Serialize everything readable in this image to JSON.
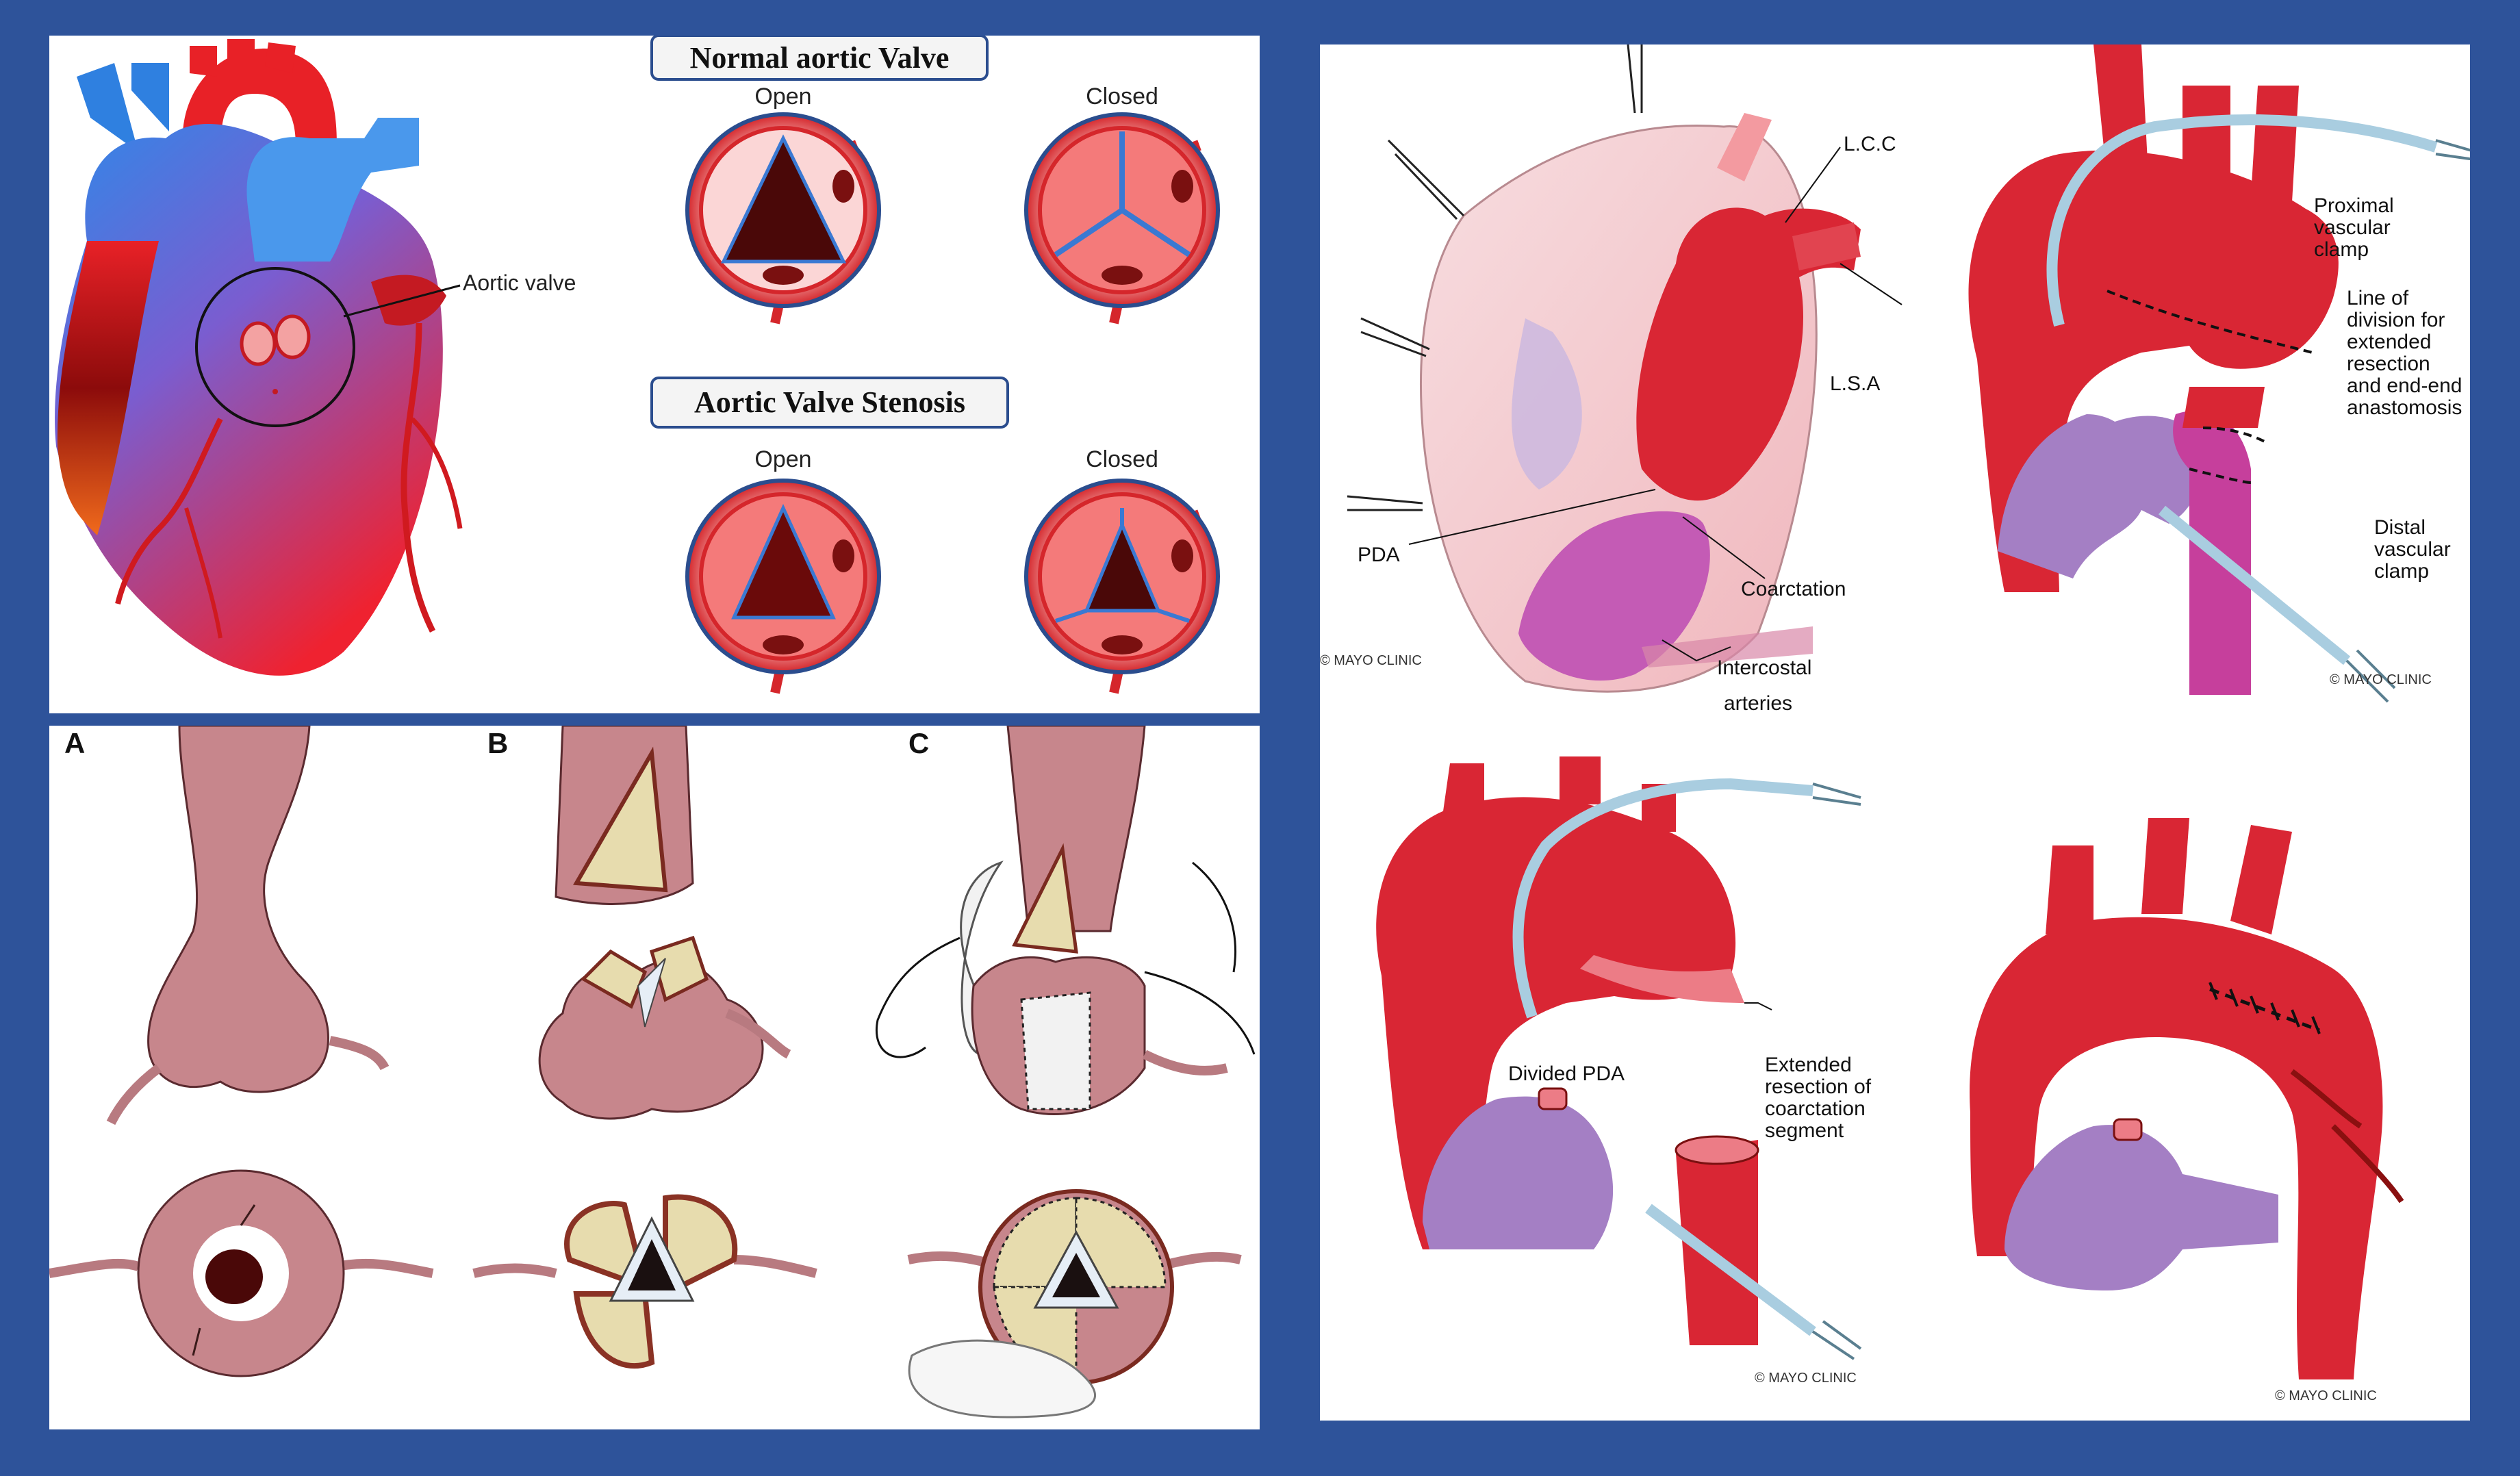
{
  "colors": {
    "frame": "#2e539a",
    "artery_red": "#d9232e",
    "vein_blue": "#3b8fe0",
    "pda_purple": "#a47fc4",
    "tissue_pink": "#c7868c",
    "leaflet_cream": "#e7dcae",
    "clamp_blue": "#a9cde0",
    "dark_valve": "#4a0808"
  },
  "icons": [
    "heart-illustration",
    "aortic-valve-icon",
    "vascular-clamp-icon",
    "suture-icon",
    "pericardial-patch-icon"
  ],
  "panel_valve": {
    "heart_label": "Aortic valve",
    "normal_title": "Normal aortic Valve",
    "stenosis_title": "Aortic Valve Stenosis",
    "open_label": "Open",
    "closed_label": "Closed"
  },
  "panel_repair": {
    "label_a": "A",
    "label_b": "B",
    "label_c": "C"
  },
  "panel_coarctation": {
    "tl": {
      "lcc": "L.C.C",
      "lsa": "L.S.A",
      "pda": "PDA",
      "coarctation": "Coarctation",
      "intercostal_1": "Intercostal",
      "intercostal_2": "arteries",
      "copyright": "© MAYO CLINIC"
    },
    "tr": {
      "proximal_1": "Proximal",
      "proximal_2": "vascular",
      "proximal_3": "clamp",
      "line_1": "Line of",
      "line_2": "division for",
      "line_3": "extended",
      "line_4": "resection",
      "line_5": "and end-end",
      "line_6": "anastomosis",
      "distal_1": "Distal",
      "distal_2": "vascular",
      "distal_3": "clamp",
      "copyright": "© MAYO CLINIC"
    },
    "bl": {
      "divided_pda": "Divided PDA",
      "extended_1": "Extended",
      "extended_2": "resection of",
      "extended_3": "coarctation",
      "extended_4": "segment",
      "copyright": "© MAYO CLINIC"
    },
    "br": {
      "copyright": "© MAYO CLINIC"
    }
  }
}
